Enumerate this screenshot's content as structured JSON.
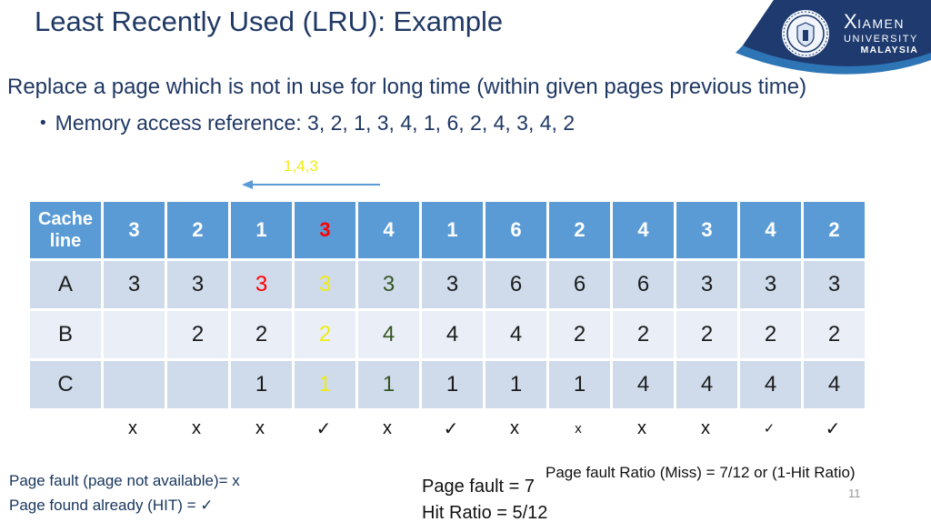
{
  "slide": {
    "title": "Least Recently Used (LRU): Example",
    "page_number": "11"
  },
  "logo": {
    "name_x": "X",
    "name_rest": "IAMEN",
    "line2": "UNIVERSITY",
    "line3": "MALAYSIA"
  },
  "intro": "Replace a page which is not in use for long time (within given pages previous time)",
  "bullet_glyph": "•",
  "bullet": "Memory access reference: 3, 2, 1, 3, 4, 1, 6, 2, 4, 3, 4, 2",
  "annotation": {
    "label": "1,4,3"
  },
  "table": {
    "header": [
      {
        "text": "Cache line",
        "color": "white"
      },
      {
        "text": "3",
        "color": "white"
      },
      {
        "text": "2",
        "color": "white"
      },
      {
        "text": "1",
        "color": "white"
      },
      {
        "text": "3",
        "color": "red"
      },
      {
        "text": "4",
        "color": "white"
      },
      {
        "text": "1",
        "color": "white"
      },
      {
        "text": "6",
        "color": "white"
      },
      {
        "text": "2",
        "color": "white"
      },
      {
        "text": "4",
        "color": "white"
      },
      {
        "text": "3",
        "color": "white"
      },
      {
        "text": "4",
        "color": "white"
      },
      {
        "text": "2",
        "color": "white"
      }
    ],
    "rows": [
      {
        "label": "A",
        "cells": [
          {
            "text": "3",
            "color": "black"
          },
          {
            "text": "3",
            "color": "black"
          },
          {
            "text": "3",
            "color": "red"
          },
          {
            "text": "3",
            "color": "yellow"
          },
          {
            "text": "3",
            "color": "green"
          },
          {
            "text": "3",
            "color": "black"
          },
          {
            "text": "6",
            "color": "black"
          },
          {
            "text": "6",
            "color": "black"
          },
          {
            "text": "6",
            "color": "black"
          },
          {
            "text": "3",
            "color": "black"
          },
          {
            "text": "3",
            "color": "black"
          },
          {
            "text": "3",
            "color": "black"
          }
        ]
      },
      {
        "label": "B",
        "cells": [
          {
            "text": "",
            "color": "black"
          },
          {
            "text": "2",
            "color": "black"
          },
          {
            "text": "2",
            "color": "black"
          },
          {
            "text": "2",
            "color": "yellow"
          },
          {
            "text": "4",
            "color": "green"
          },
          {
            "text": "4",
            "color": "black"
          },
          {
            "text": "4",
            "color": "black"
          },
          {
            "text": "2",
            "color": "black"
          },
          {
            "text": "2",
            "color": "black"
          },
          {
            "text": "2",
            "color": "black"
          },
          {
            "text": "2",
            "color": "black"
          },
          {
            "text": "2",
            "color": "black"
          }
        ]
      },
      {
        "label": "C",
        "cells": [
          {
            "text": "",
            "color": "black"
          },
          {
            "text": "",
            "color": "black"
          },
          {
            "text": "1",
            "color": "black"
          },
          {
            "text": "1",
            "color": "yellow"
          },
          {
            "text": "1",
            "color": "green"
          },
          {
            "text": "1",
            "color": "black"
          },
          {
            "text": "1",
            "color": "black"
          },
          {
            "text": "1",
            "color": "black"
          },
          {
            "text": "4",
            "color": "black"
          },
          {
            "text": "4",
            "color": "black"
          },
          {
            "text": "4",
            "color": "black"
          },
          {
            "text": "4",
            "color": "black"
          }
        ]
      }
    ],
    "marks": [
      {
        "glyph": "x",
        "size": "normal"
      },
      {
        "glyph": "x",
        "size": "normal"
      },
      {
        "glyph": "x",
        "size": "normal"
      },
      {
        "glyph": "✓",
        "size": "normal"
      },
      {
        "glyph": "x",
        "size": "normal"
      },
      {
        "glyph": "✓",
        "size": "normal"
      },
      {
        "glyph": "x",
        "size": "normal"
      },
      {
        "glyph": "x",
        "size": "small"
      },
      {
        "glyph": "x",
        "size": "normal"
      },
      {
        "glyph": "x",
        "size": "normal"
      },
      {
        "glyph": "✓",
        "size": "small"
      },
      {
        "glyph": "✓",
        "size": "normal"
      }
    ]
  },
  "footer": {
    "left_line1": "Page fault (page not available)= x",
    "left_line2": "Page found already (HIT) = ✓",
    "center_line1": "Page fault = 7",
    "center_line2": "Hit Ratio = 5/12",
    "right_line": "Page fault Ratio (Miss) = 7/12 or (1-Hit Ratio)"
  },
  "colors": {
    "navy": "#1F3864",
    "header_blue": "#5B9BD5",
    "row_dark": "#CFDBEB",
    "row_light": "#E9EEF7",
    "red": "#FF0000",
    "yellow": "#F0EC12",
    "green": "#375623",
    "arrow_blue": "#5B9BD5",
    "banner_navy": "#1E3A6E",
    "banner_accent": "#2E75B6"
  }
}
